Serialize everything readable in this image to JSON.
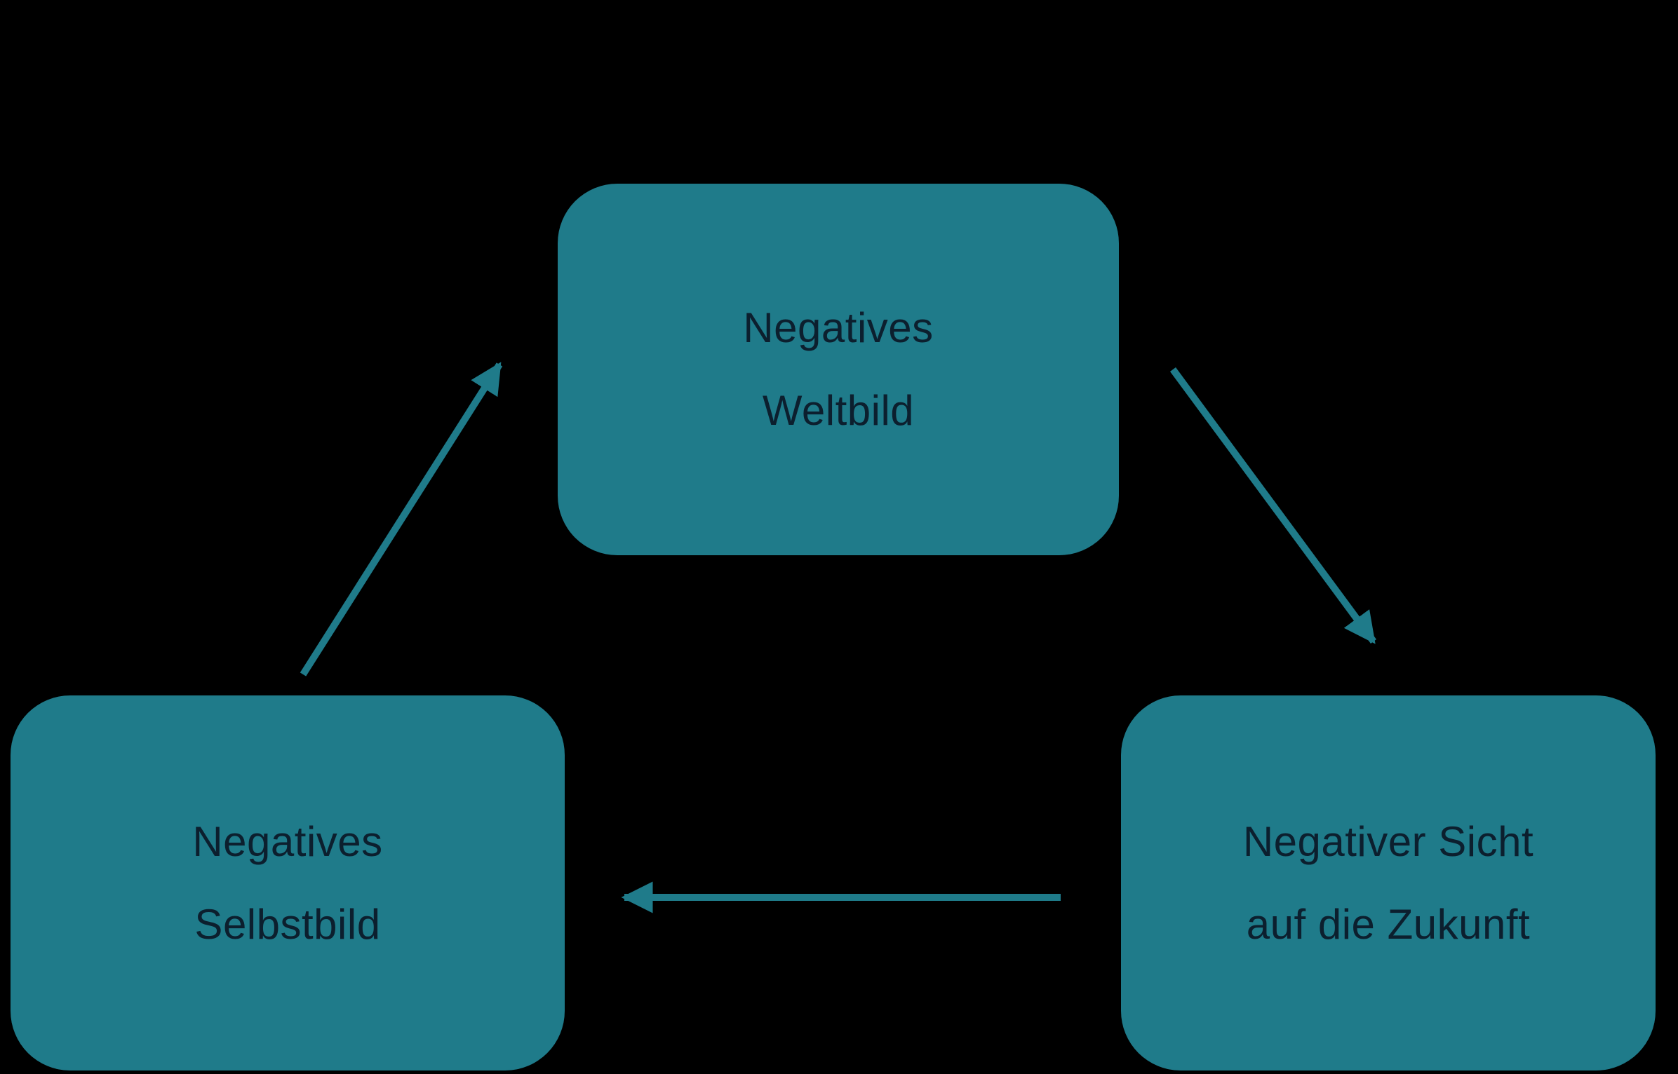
{
  "diagram": {
    "type": "cycle-diagram",
    "background_color": "#000000",
    "node_fill_color": "#1F7B8A",
    "node_text_color": "#0C1F2E",
    "arrow_color": "#1F7B8A",
    "nodes": [
      {
        "id": "weltbild",
        "lines": [
          "Negatives",
          "Weltbild"
        ]
      },
      {
        "id": "selbstbild",
        "lines": [
          "Negatives",
          "Selbstbild"
        ]
      },
      {
        "id": "zukunft",
        "lines": [
          "Negativer Sicht",
          "auf die Zukunft"
        ]
      }
    ],
    "arrows": [
      {
        "id": "selbstbild-to-weltbild",
        "from": "selbstbild",
        "to": "weltbild"
      },
      {
        "id": "weltbild-to-zukunft",
        "from": "weltbild",
        "to": "zukunft"
      },
      {
        "id": "zukunft-to-selbstbild",
        "from": "zukunft",
        "to": "selbstbild"
      }
    ]
  }
}
